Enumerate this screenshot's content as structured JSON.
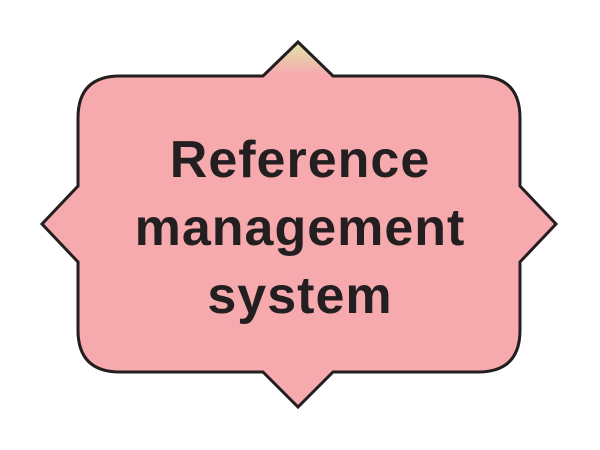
{
  "diagram": {
    "node": {
      "lines": [
        "Reference",
        "management",
        "system"
      ],
      "fill_color": "#f6aaae",
      "stroke_color": "#231f20",
      "top_point_color": "#dfe6a8"
    }
  }
}
